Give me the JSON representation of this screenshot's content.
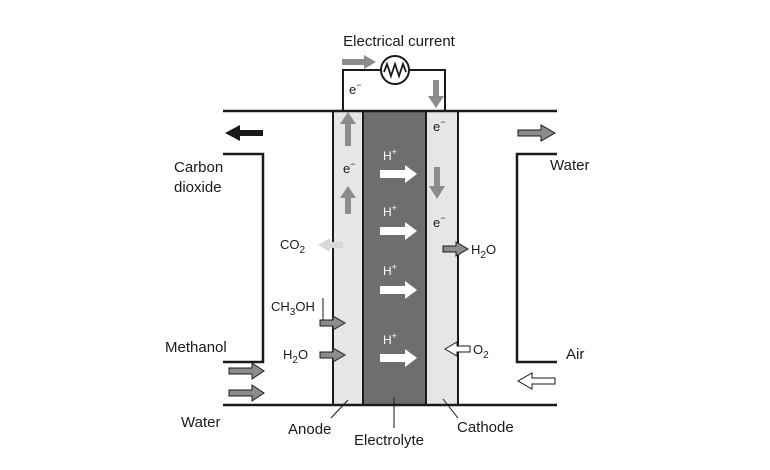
{
  "diagram": {
    "title": "Electrical current",
    "labels": {
      "carbon_dioxide_line1": "Carbon",
      "carbon_dioxide_line2": "dioxide",
      "methanol": "Methanol",
      "water_left": "Water",
      "water_right": "Water",
      "air": "Air",
      "anode": "Anode",
      "electrolyte": "Electrolyte",
      "cathode": "Cathode"
    },
    "chem": {
      "electron": {
        "base": "e",
        "sup": "−"
      },
      "proton": {
        "base": "H",
        "sup": "+"
      },
      "co2": {
        "a": "CO",
        "sub": "2"
      },
      "h2o": {
        "a": "H",
        "sub": "2",
        "b": "O"
      },
      "ch3oh": {
        "a": "CH",
        "sub": "3",
        "b": "OH"
      },
      "o2": {
        "a": "O",
        "sub": "2"
      }
    },
    "colors": {
      "line": "#1a1a1a",
      "electrode": "#e6e6e6",
      "electrolyte": "#6e6e6e",
      "arrow_gray": "#8c8c8c",
      "arrow_light": "#d9d9d9",
      "arrow_white": "#ffffff"
    },
    "icons": [
      "resistor-icon"
    ]
  }
}
